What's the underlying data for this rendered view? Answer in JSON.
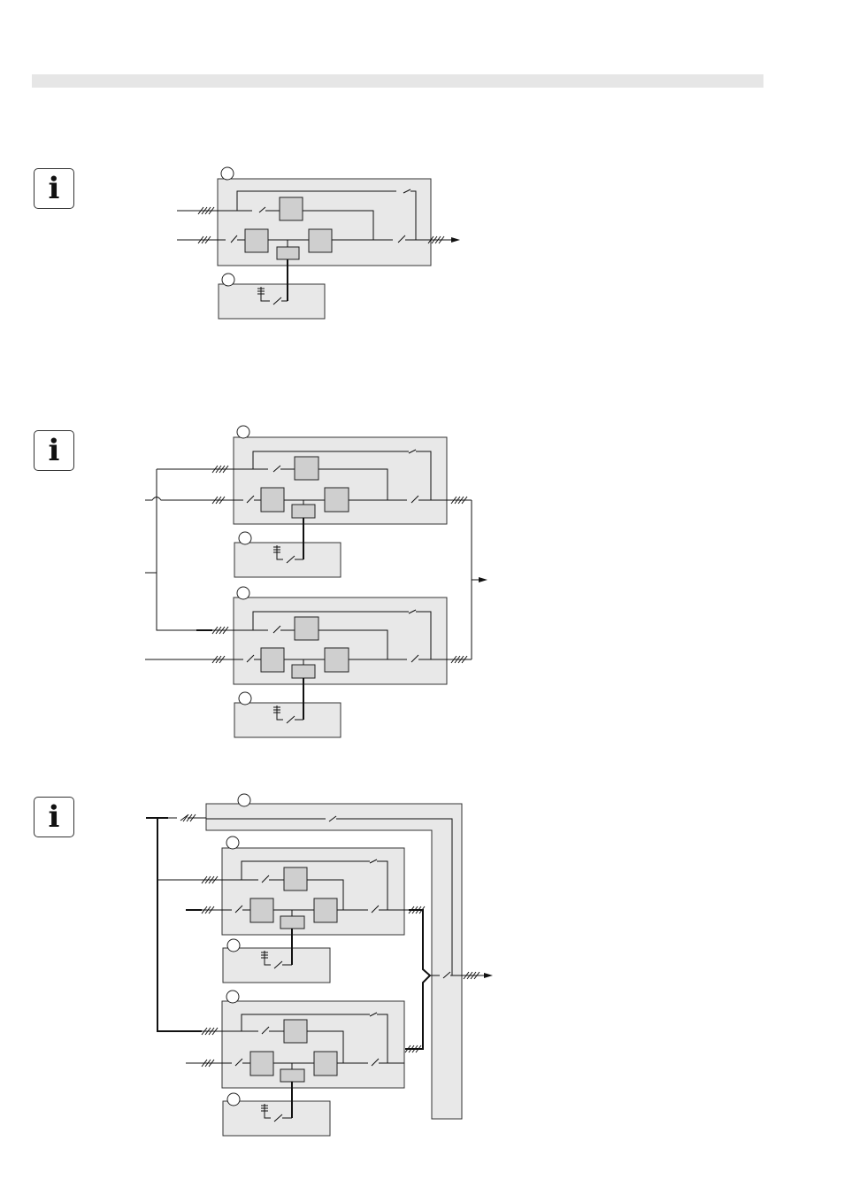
{
  "page": {
    "header_bar": "",
    "sections": [
      {
        "id": "single-ups",
        "icon": "info-icon",
        "icon_glyph": "i"
      },
      {
        "id": "parallel-two-ups",
        "icon": "info-icon",
        "icon_glyph": "i"
      },
      {
        "id": "parallel-with-maintenance-bypass",
        "icon": "info-icon",
        "icon_glyph": "i"
      }
    ]
  },
  "colors": {
    "module_fill": "#e8e8e8",
    "block_fill": "#cfcfcf",
    "line": "#111111",
    "header_bar": "#e6e6e6"
  }
}
